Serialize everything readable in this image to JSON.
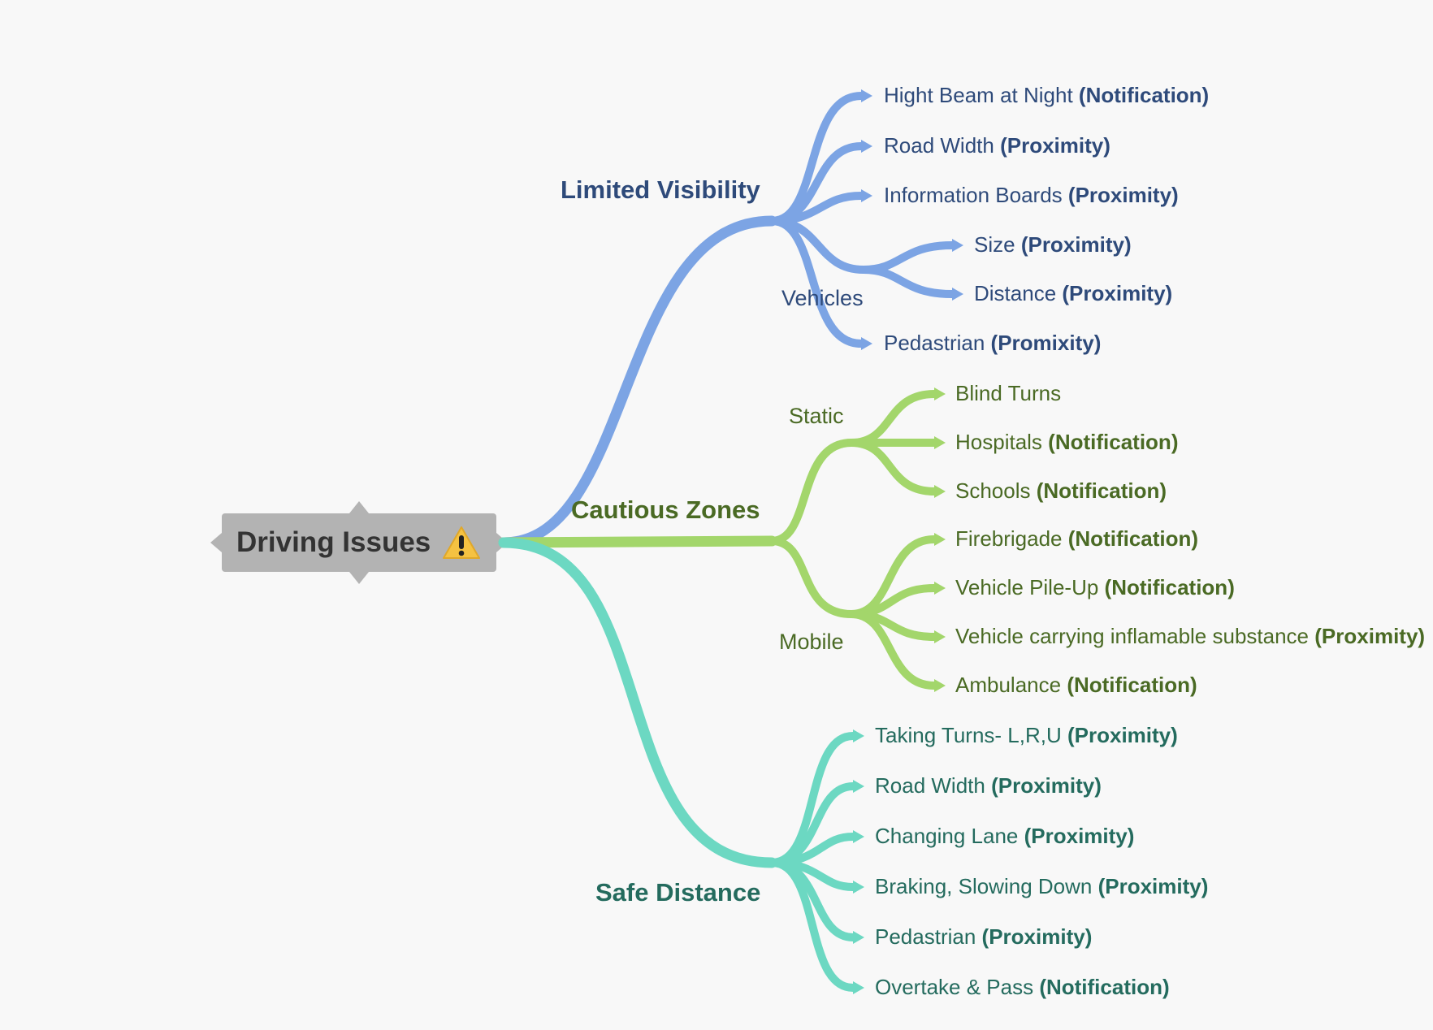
{
  "root": {
    "label": "Driving Issues",
    "icon": "warning-icon"
  },
  "colors": {
    "blue": "#7ca4e4",
    "green": "#a3d66b",
    "teal": "#6cd8c2",
    "root": "#b3b3b3"
  },
  "branches": {
    "visibility": {
      "label": "Limited Visibility",
      "leaves": [
        {
          "text": "Hight Beam at Night",
          "tag": "(Notification)"
        },
        {
          "text": "Road Width",
          "tag": "(Proximity)"
        },
        {
          "text": "Information Boards",
          "tag": "(Proximity)"
        },
        {
          "text": "Pedastrian",
          "tag": "(Promixity)"
        }
      ],
      "vehicles": {
        "label": "Vehicles",
        "leaves": [
          {
            "text": "Size",
            "tag": "(Proximity)"
          },
          {
            "text": "Distance",
            "tag": "(Proximity)"
          }
        ]
      }
    },
    "cautious": {
      "label": "Cautious Zones",
      "static": {
        "label": "Static",
        "leaves": [
          {
            "text": "Blind Turns",
            "tag": ""
          },
          {
            "text": "Hospitals",
            "tag": "(Notification)"
          },
          {
            "text": "Schools",
            "tag": "(Notification)"
          }
        ]
      },
      "mobile": {
        "label": "Mobile",
        "leaves": [
          {
            "text": "Firebrigade",
            "tag": "(Notification)"
          },
          {
            "text": "Vehicle Pile-Up",
            "tag": "(Notification)"
          },
          {
            "text": "Vehicle carrying inflamable substance",
            "tag": "(Proximity)"
          },
          {
            "text": "Ambulance",
            "tag": "(Notification)"
          }
        ]
      }
    },
    "safe": {
      "label": "Safe Distance",
      "leaves": [
        {
          "text": "Taking Turns- L,R,U",
          "tag": "(Proximity)"
        },
        {
          "text": "Road Width",
          "tag": "(Proximity)"
        },
        {
          "text": "Changing Lane",
          "tag": "(Proximity)"
        },
        {
          "text": "Braking, Slowing Down",
          "tag": "(Proximity)"
        },
        {
          "text": "Pedastrian",
          "tag": "(Proximity)"
        },
        {
          "text": "Overtake & Pass",
          "tag": "(Notification)"
        }
      ]
    }
  }
}
